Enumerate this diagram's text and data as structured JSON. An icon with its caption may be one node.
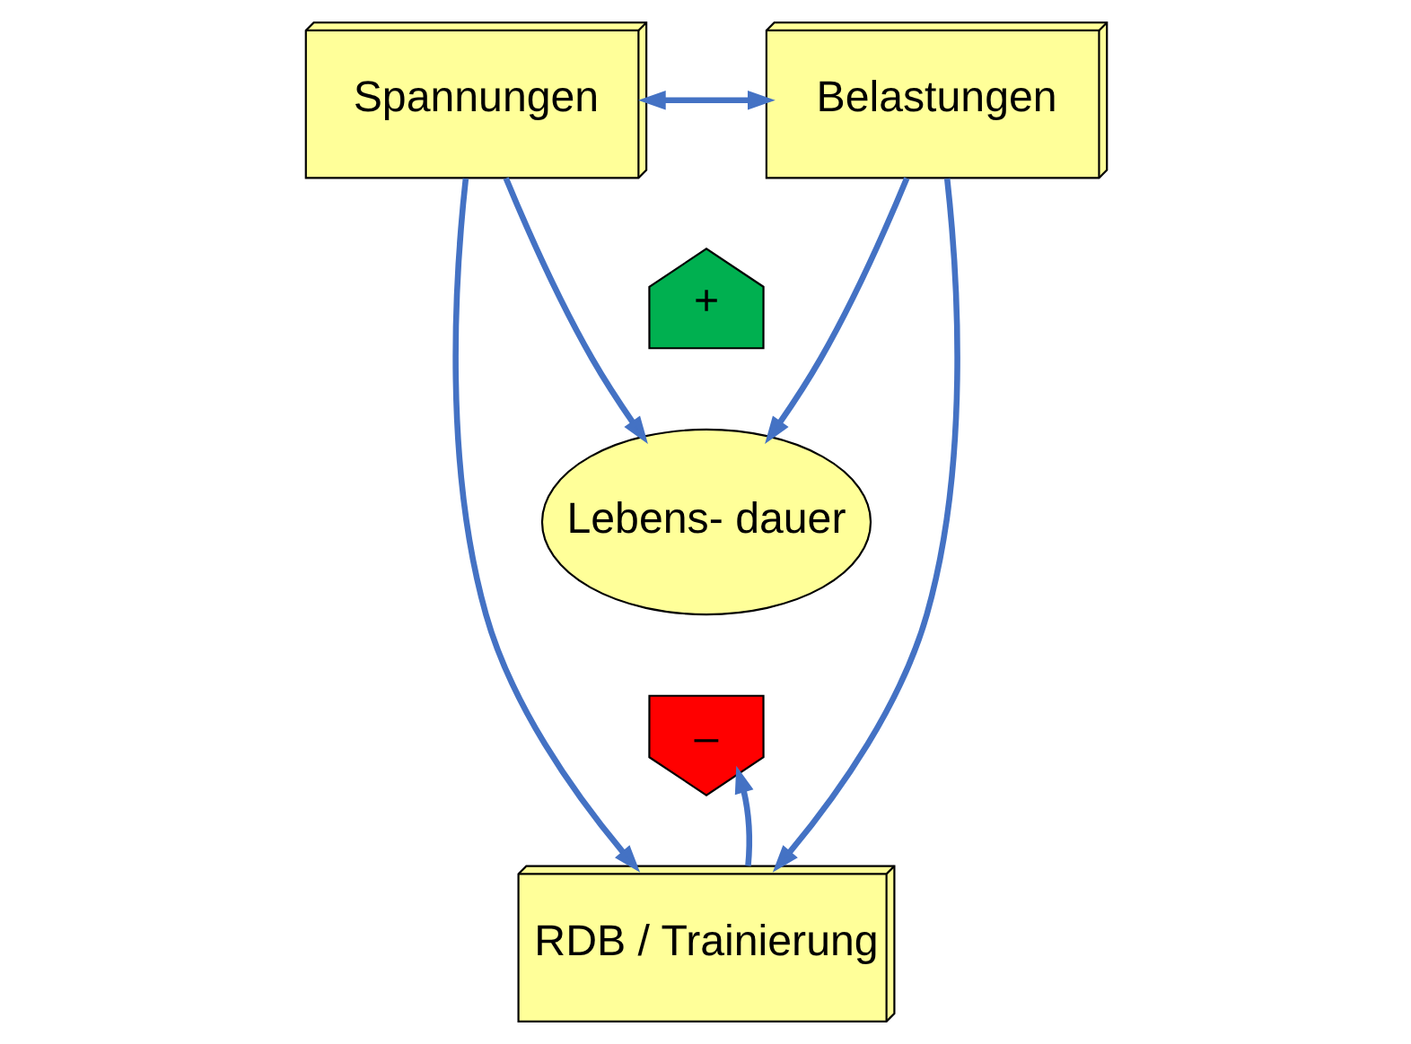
{
  "diagram": {
    "nodes": [
      {
        "text": [
          "Spannungen"
        ]
      },
      {
        "text": [
          "Belastungen"
        ]
      },
      {
        "text": [
          "+"
        ]
      },
      {
        "text": [
          "Lebens- dauer"
        ]
      },
      {
        "text": [
          "–"
        ]
      },
      {
        "text": [
          "RDB / Trainierung"
        ]
      }
    ],
    "edges": [
      {
        "from": 0,
        "to": 1,
        "arrow": "both"
      },
      {
        "from": 0,
        "to": 3,
        "arrow": "to"
      },
      {
        "from": 1,
        "to": 3,
        "arrow": "to"
      },
      {
        "from": 0,
        "to": 5,
        "arrow": "to"
      },
      {
        "from": 1,
        "to": 5,
        "arrow": "to"
      },
      {
        "from": 5,
        "to": 4,
        "arrow": "to"
      }
    ]
  }
}
